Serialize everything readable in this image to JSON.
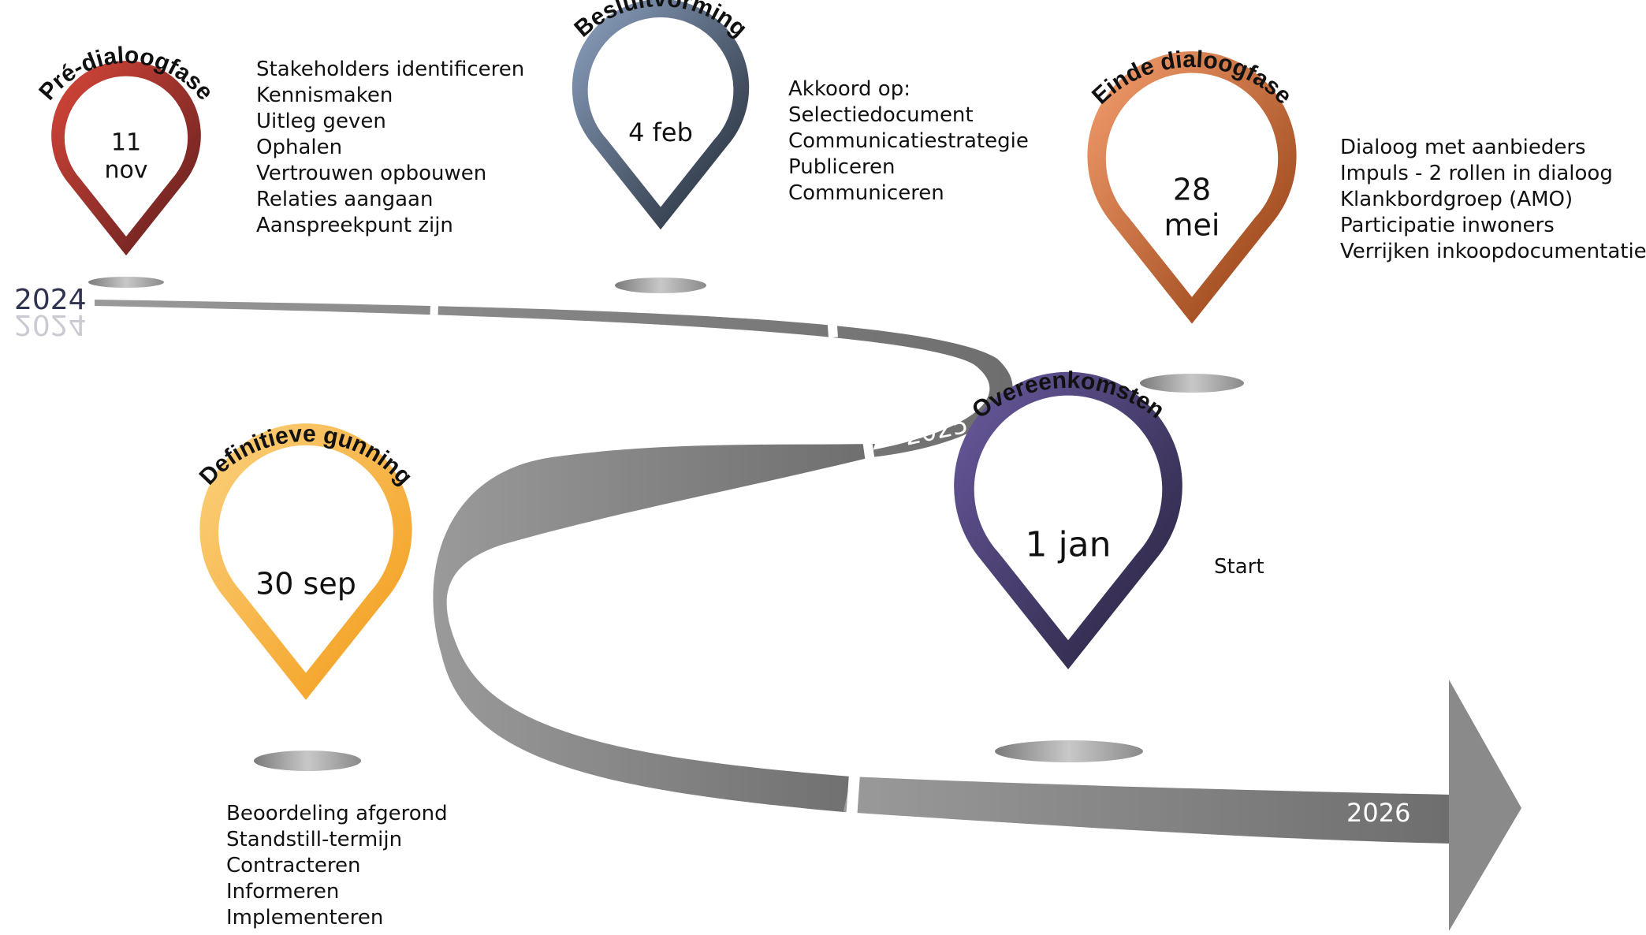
{
  "years": {
    "y2024": "2024",
    "y2025": "2025",
    "y2026": "2026"
  },
  "milestones": [
    {
      "key": "pre",
      "label": "Pré-dialoogfase",
      "date_lines": [
        "11",
        "nov"
      ],
      "items": [
        "Stakeholders identificeren",
        "Kennismaken",
        "Uitleg geven",
        "Ophalen",
        "Vertrouwen opbouwen",
        "Relaties aangaan",
        "Aanspreekpunt zijn"
      ],
      "colors": [
        "#d9473a",
        "#5c1d1d"
      ]
    },
    {
      "key": "besluit",
      "label": "Besluitvorming",
      "date_lines": [
        "4 feb"
      ],
      "items": [
        "Akkoord op:",
        "Selectiedocument",
        "Communicatiestrategie",
        "Publiceren",
        "Communiceren"
      ],
      "colors": [
        "#8ea3c2",
        "#1e2631"
      ]
    },
    {
      "key": "einde",
      "label": "Einde dialoogfase",
      "date_lines": [
        "28",
        "mei"
      ],
      "items": [
        "Dialoog met aanbieders",
        "Impuls - 2 rollen in dialoog",
        "Klankbordgroep (AMO)",
        "Participatie inwoners",
        "Verrijken inkoopdocumentatie"
      ],
      "colors": [
        "#f6a070",
        "#8f3a0f"
      ]
    },
    {
      "key": "gunning",
      "label": "Definitieve gunning",
      "date_lines": [
        "30 sep"
      ],
      "items": [
        "Beoordeling afgerond",
        "Standstill-termijn",
        "Contracteren",
        "Informeren",
        "Implementeren"
      ],
      "colors": [
        "#fbd27f",
        "#f39a16"
      ]
    },
    {
      "key": "overeen",
      "label": "Overeenkomsten",
      "date_lines": [
        "1 jan"
      ],
      "items": [
        "Start"
      ],
      "colors": [
        "#6b5aa0",
        "#25213a"
      ]
    }
  ]
}
